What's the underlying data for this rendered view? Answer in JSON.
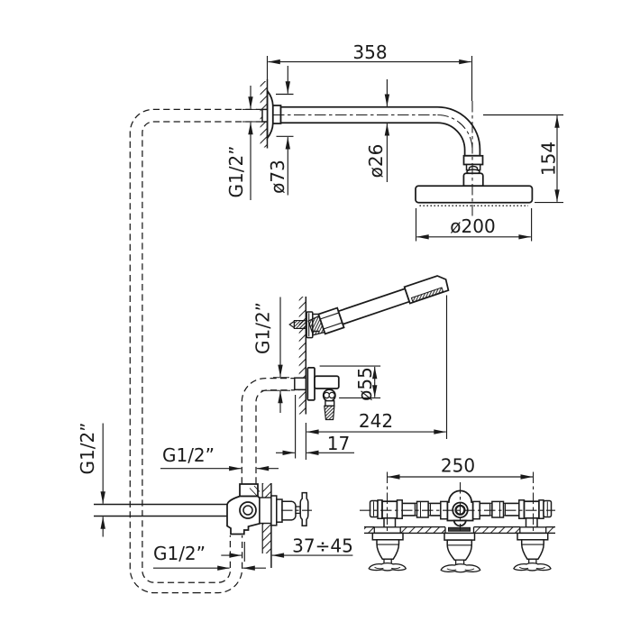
{
  "drawing": {
    "type": "technical-dimension-diagram",
    "subject": "wall-mounted shower set with overhead shower arm, hand shower outlet and concealed three-valve mixer (side and front views)",
    "background_color": "#ffffff",
    "line_color": "#1a1a1a",
    "views": {
      "top": "shower arm with round shower head (side elevation)",
      "middle": "hand shower in wall holder with water outlet elbow",
      "bottom_left": "concealed valve body (side section)",
      "bottom_right": "three-valve assembly (front view)"
    },
    "dimensions": {
      "arm_length": "358",
      "flange_diameter": "ø73",
      "arm_tube_diameter": "ø26",
      "head_drop_height": "154",
      "head_diameter": "ø200",
      "arm_thread": "G1/2”",
      "outlet_thread": "G1/2”",
      "outlet_escutcheon_diameter": "ø55",
      "handshower_projection": "242",
      "outlet_offset": "17",
      "supply_thread": "G1/2”",
      "riser_thread": "G1/2”",
      "bottom_port_thread": "G1/2”",
      "recess_depth_range": "37÷45",
      "valve_spacing": "250"
    }
  }
}
